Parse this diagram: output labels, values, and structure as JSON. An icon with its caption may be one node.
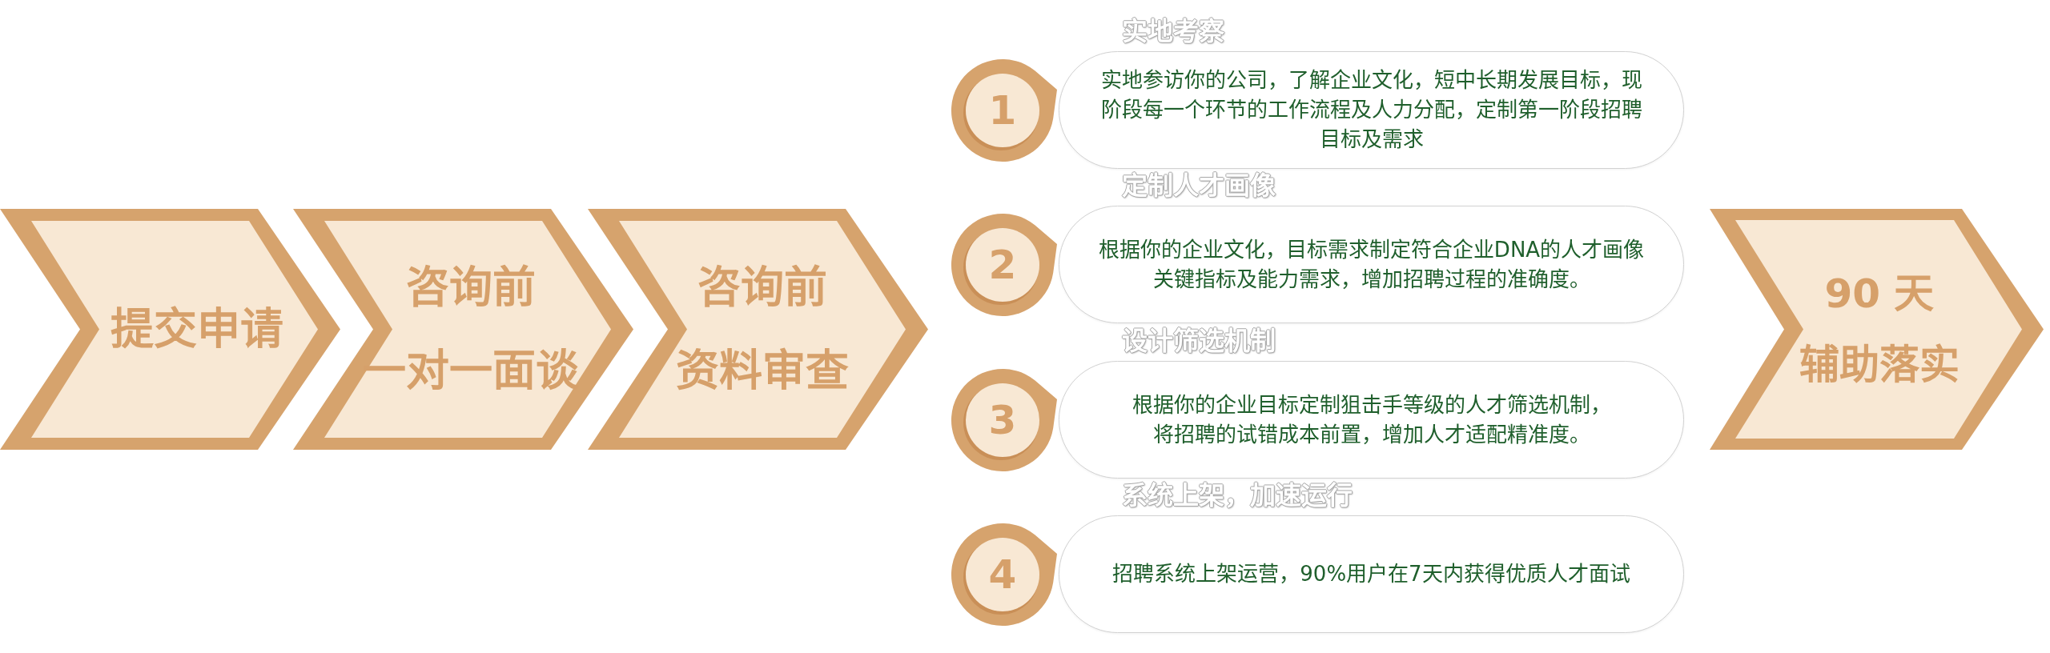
{
  "diagram": {
    "nodes": [
      {
        "text": [
          "提交申请"
        ]
      },
      {
        "text": [
          "咨询前",
          "一对一面谈"
        ]
      },
      {
        "text": [
          "咨询前",
          "资料审查"
        ]
      },
      {
        "text": [
          "1"
        ]
      },
      {
        "text": [
          "实地考察",
          "实地参访你的公司，了解企业文化，短中长期发展目标，现阶段每一个环节的工作流程及人力分配，定制第一阶段招聘目标及需求"
        ]
      },
      {
        "text": [
          "2"
        ]
      },
      {
        "text": [
          "定制人才画像",
          "根据你的企业文化，目标需求制定符合企业DNA的人才画像关键指标及能力需求，增加招聘过程的准确度。"
        ]
      },
      {
        "text": [
          "3"
        ]
      },
      {
        "text": [
          "设计筛选机制",
          "根据你的企业目标定制狙击手等级的人才筛选机制，将招聘的试错成本前置，增加人才适配精准度。"
        ]
      },
      {
        "text": [
          "4"
        ]
      },
      {
        "text": [
          "系统上架，加速运行",
          "招聘系统上架运营，90%用户在7天内获得优质人才面试"
        ]
      },
      {
        "text": [
          "90 天",
          "辅助落实"
        ]
      }
    ]
  }
}
